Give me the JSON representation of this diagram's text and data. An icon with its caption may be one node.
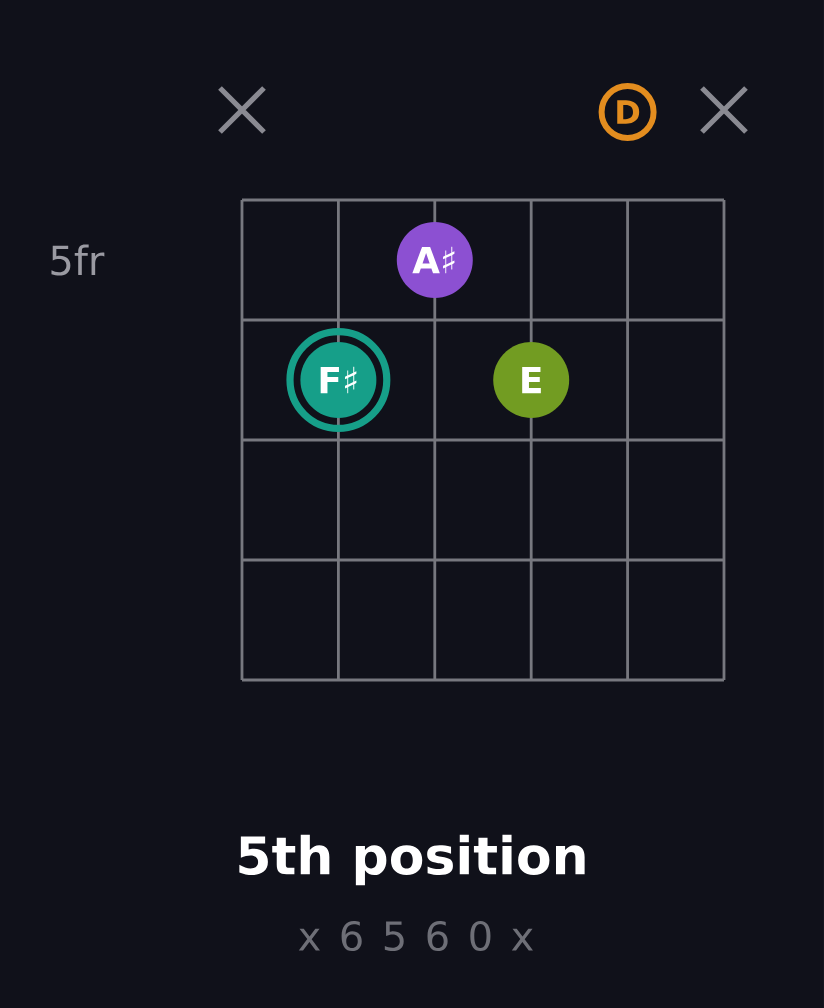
{
  "diagram": {
    "title": "5th position",
    "caption": "x 6 5 6 0 x",
    "nodes": [
      {
        "text": [
          "D"
        ]
      },
      {
        "text": [
          "A♯"
        ]
      },
      {
        "text": [
          "F♯"
        ]
      },
      {
        "text": [
          "E"
        ]
      }
    ],
    "labels": [
      "5fr"
    ]
  }
}
